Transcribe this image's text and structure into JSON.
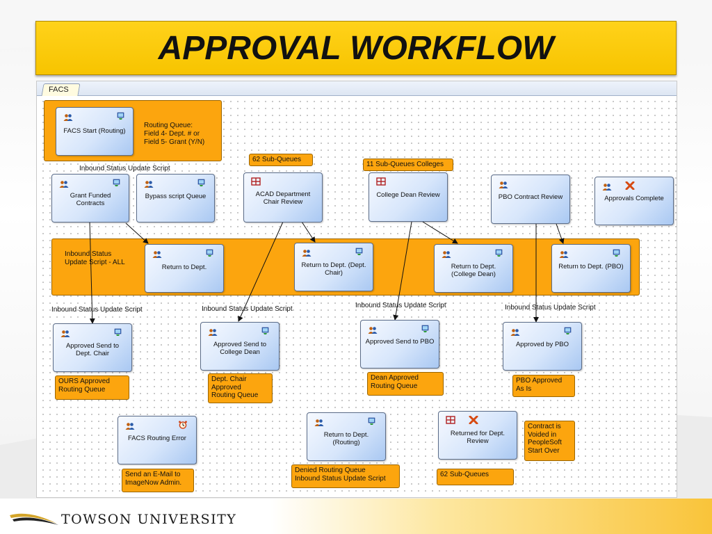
{
  "slide": {
    "title": "APPROVAL WORKFLOW",
    "footer_logo_text": "TOWSON UNIVERSITY"
  },
  "canvas": {
    "tab_label": "FACS"
  },
  "groups": {
    "start_group": {
      "text": "Routing Queue:\nField 4- Dept. # or\nField 5- Grant (Y/N)"
    },
    "return_group": {
      "text": "Inbound Status\nUpdate Script - ALL"
    }
  },
  "nodes": {
    "facs_start": {
      "label": "FACS Start (Routing)",
      "icons": [
        "users-icon",
        "queue-monitor-icon"
      ]
    },
    "grant_funded": {
      "label": "Grant Funded\nContracts",
      "icons": [
        "users-icon",
        "queue-monitor-icon"
      ]
    },
    "bypass_script": {
      "label": "Bypass script Queue",
      "icons": [
        "users-icon",
        "queue-monitor-icon"
      ]
    },
    "acad_chair": {
      "label": "ACAD Department\nChair Review",
      "icons": [
        "network-icon"
      ]
    },
    "college_dean": {
      "label": "College Dean Review",
      "icons": [
        "network-icon"
      ]
    },
    "pbo_contract": {
      "label": "PBO Contract Review",
      "icons": [
        "users-icon"
      ]
    },
    "approvals_complete": {
      "label": "Approvals Complete",
      "icons": [
        "users-icon",
        "red-x-icon"
      ]
    },
    "return_dept": {
      "label": "Return to Dept.",
      "icons": [
        "users-icon",
        "queue-monitor-icon"
      ]
    },
    "return_dept_chair": {
      "label": "Return to Dept. (Dept.\nChair)",
      "icons": [
        "users-icon",
        "queue-monitor-icon"
      ]
    },
    "return_dept_dean": {
      "label": "Return to Dept.\n(College Dean)",
      "icons": [
        "users-icon",
        "queue-monitor-icon"
      ]
    },
    "return_dept_pbo": {
      "label": "Return to Dept. (PBO)",
      "icons": [
        "users-icon",
        "queue-monitor-icon"
      ]
    },
    "approved_chair": {
      "label": "Approved Send to\nDept. Chair",
      "icons": [
        "users-icon",
        "queue-monitor-icon"
      ]
    },
    "approved_dean": {
      "label": "Approved Send to\nCollege Dean",
      "icons": [
        "users-icon",
        "queue-monitor-icon"
      ]
    },
    "approved_pbo_send": {
      "label": "Approved Send to PBO",
      "icons": [
        "users-icon",
        "queue-monitor-icon"
      ]
    },
    "approved_by_pbo": {
      "label": "Approved by PBO",
      "icons": [
        "users-icon",
        "queue-monitor-icon"
      ]
    },
    "facs_error": {
      "label": "FACS Routing Error",
      "icons": [
        "users-icon",
        "alarm-clock-icon"
      ]
    },
    "return_routing": {
      "label": "Return to Dept.\n(Routing)",
      "icons": [
        "users-icon",
        "queue-monitor-icon"
      ]
    },
    "returned_review": {
      "label": "Returned for Dept.\nReview",
      "icons": [
        "network-icon",
        "red-x-icon"
      ]
    }
  },
  "notes": {
    "sub_queues_62_top": "62 Sub-Queues",
    "sub_queues_11": "11 Sub-Queues Colleges",
    "ours_approved": "OURS Approved\nRouting Queue",
    "chair_approved": "Dept. Chair\nApproved\nRouting Queue",
    "dean_approved": "Dean Approved\nRouting Queue",
    "pbo_approved": "PBO Approved\nAs Is",
    "email_admin": "Send an E-Mail to\nImageNow Admin.",
    "denied_routing": "Denied Routing Queue\nInbound Status Update Script",
    "sub_queues_62_bottom": "62 Sub-Queues",
    "contract_voided": "Contract is\nVoided in\nPeopleSoft\nStart Over"
  },
  "labels": {
    "inbound_top": "Inbound Status Update Script",
    "inbound_1": "Inbound Status Update Script",
    "inbound_2": "Inbound Status Update Script",
    "inbound_3": "Inbound Status Update Script",
    "inbound_4": "Inbound Status Update Script"
  },
  "colors": {
    "title_bar": "#f7c400",
    "group_orange": "#fca50e",
    "node_blue": "#a9c8f2",
    "arrow": "#111111"
  }
}
